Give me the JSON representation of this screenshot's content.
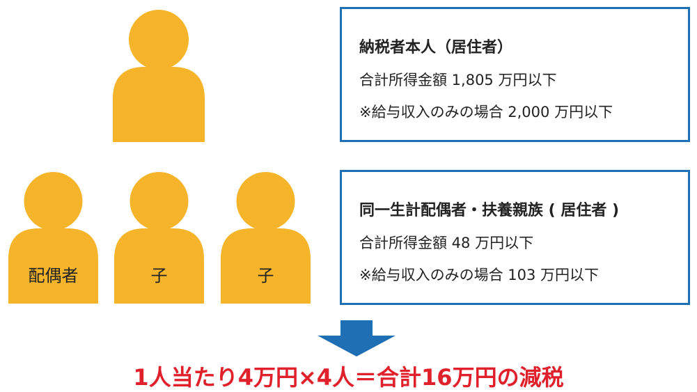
{
  "colors": {
    "person": "#f5b42a",
    "box_border": "#1f6fb5",
    "arrow": "#1f6fb5",
    "result_text": "#e0202a"
  },
  "taxpayer_box": {
    "title": "納税者本人（居住者）",
    "line1": "合計所得金額 1,805 万円以下",
    "line2": "※給与収入のみの場合 2,000 万円以下"
  },
  "dependents_box": {
    "title": "同一生計配偶者・扶養親族 ( 居住者 )",
    "line1": "合計所得金額 48 万円以下",
    "line2": "※給与収入のみの場合 103 万円以下"
  },
  "people": {
    "spouse_label": "配偶者",
    "child1_label": "子",
    "child2_label": "子"
  },
  "result": "1人当たり4万円×4人＝合計16万円の減税"
}
